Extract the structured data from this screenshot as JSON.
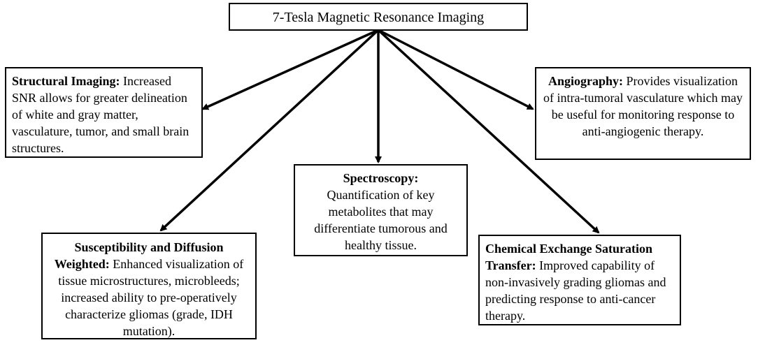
{
  "title": "7-Tesla Magnetic Resonance Imaging",
  "boxes": {
    "structural": {
      "heading": "Structural Imaging:",
      "body": " Increased SNR allows for greater delineation of white and gray matter, vasculature, tumor, and small brain structures."
    },
    "angiography": {
      "heading": "Angiography:",
      "body": " Provides visualization of intra-tumoral vasculature which may be useful for monitoring response to anti-angiogenic therapy."
    },
    "spectroscopy": {
      "heading": "Spectroscopy:",
      "body": "Quantification of key metabolites that may differentiate tumorous and healthy tissue."
    },
    "susceptibility": {
      "heading": "Susceptibility and Diffusion Weighted:",
      "body": " Enhanced visualization of tissue microstructures, microbleeds; increased ability to pre-operatively characterize gliomas (grade, IDH mutation)."
    },
    "cest": {
      "heading": "Chemical Exchange Saturation Transfer:",
      "body": " Improved capability of non-invasively grading gliomas and predicting response to anti-cancer therapy."
    }
  }
}
